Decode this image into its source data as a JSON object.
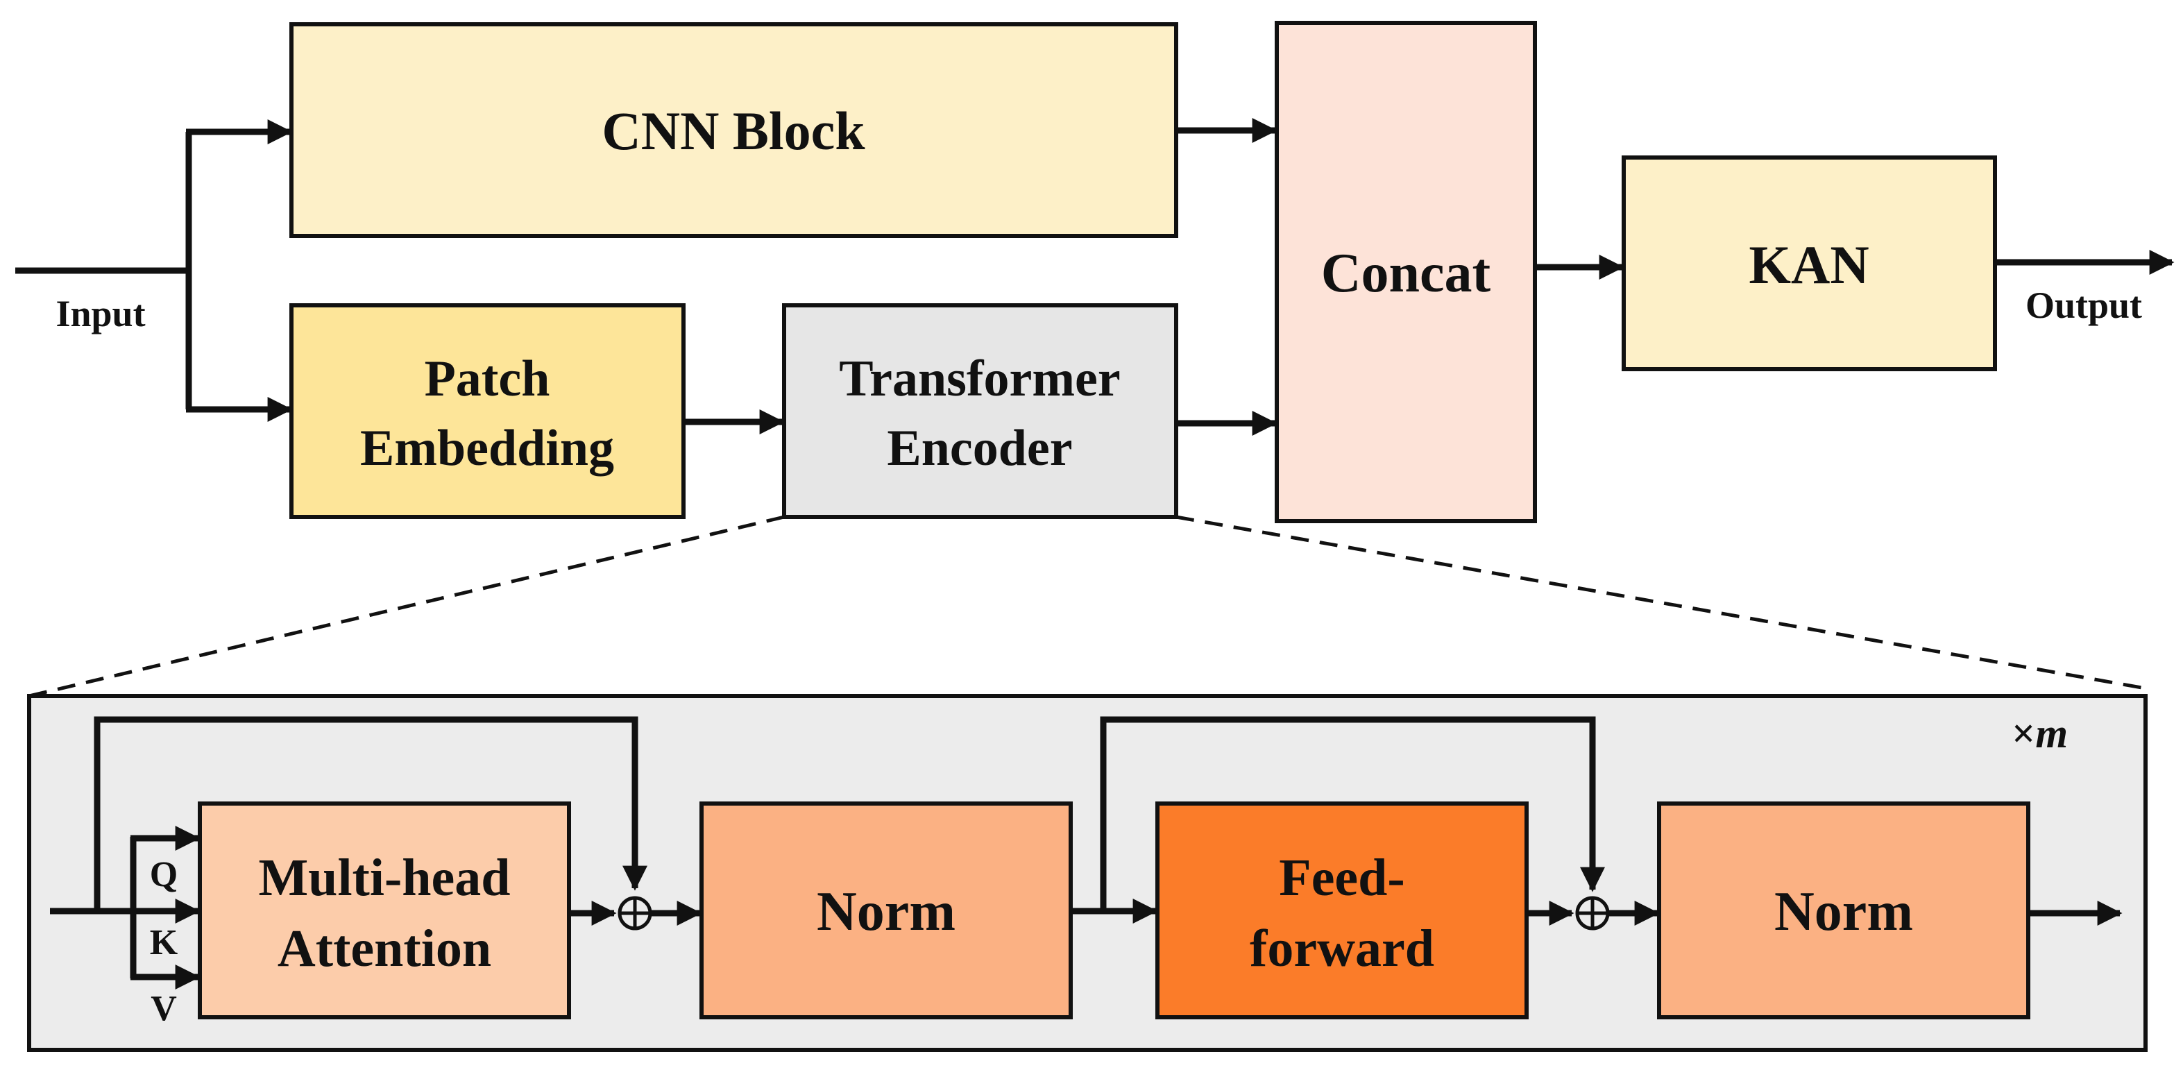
{
  "top": {
    "input_label": "Input",
    "output_label": "Output",
    "cnn_block": "CNN Block",
    "patch_embedding": [
      "Patch",
      "Embedding"
    ],
    "transformer_encoder": [
      "Transformer",
      "Encoder"
    ],
    "concat": "Concat",
    "kan": "KAN"
  },
  "encoder_detail": {
    "repeat_label": "×",
    "repeat_var": "m",
    "q_label": "Q",
    "k_label": "K",
    "v_label": "V",
    "multihead": [
      "Multi-head",
      "Attention"
    ],
    "norm1": "Norm",
    "feedforward": [
      "Feed-",
      "forward"
    ],
    "norm2": "Norm",
    "add_symbol": "⊕"
  },
  "colors": {
    "cnn": "#fdf0c8",
    "patch": "#fde599",
    "transformer": "#e6e6e6",
    "concat": "#fde3d8",
    "kan": "#fdf0c8",
    "panel": "#ececec",
    "multihead": "#fcccaa",
    "norm": "#fbb183",
    "feedforward": "#fb7c29"
  }
}
